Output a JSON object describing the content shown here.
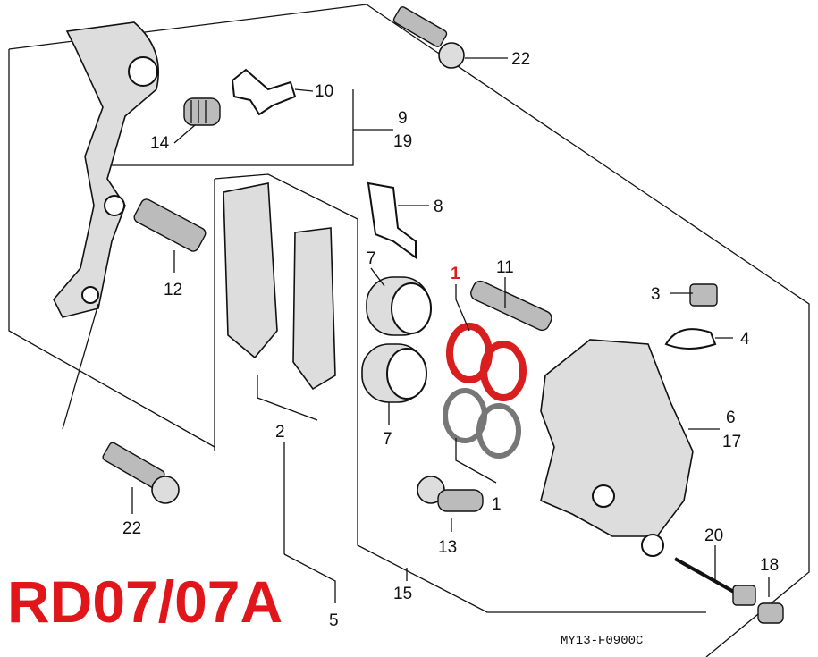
{
  "callouts": {
    "c1_red": "1",
    "c1": "1",
    "c2": "2",
    "c3": "3",
    "c4": "4",
    "c5": "5",
    "c6": "6",
    "c17": "17",
    "c7a": "7",
    "c7b": "7",
    "c8": "8",
    "c9": "9",
    "c19": "19",
    "c10": "10",
    "c11": "11",
    "c12": "12",
    "c13": "13",
    "c14": "14",
    "c15": "15",
    "c18": "18",
    "c20": "20",
    "c22a": "22",
    "c22b": "22"
  },
  "model_label": "RD07/07A",
  "drawing_code": "MY13-F0900C",
  "colors": {
    "highlight": "#d81e1e",
    "model_label": "#e0161b"
  }
}
